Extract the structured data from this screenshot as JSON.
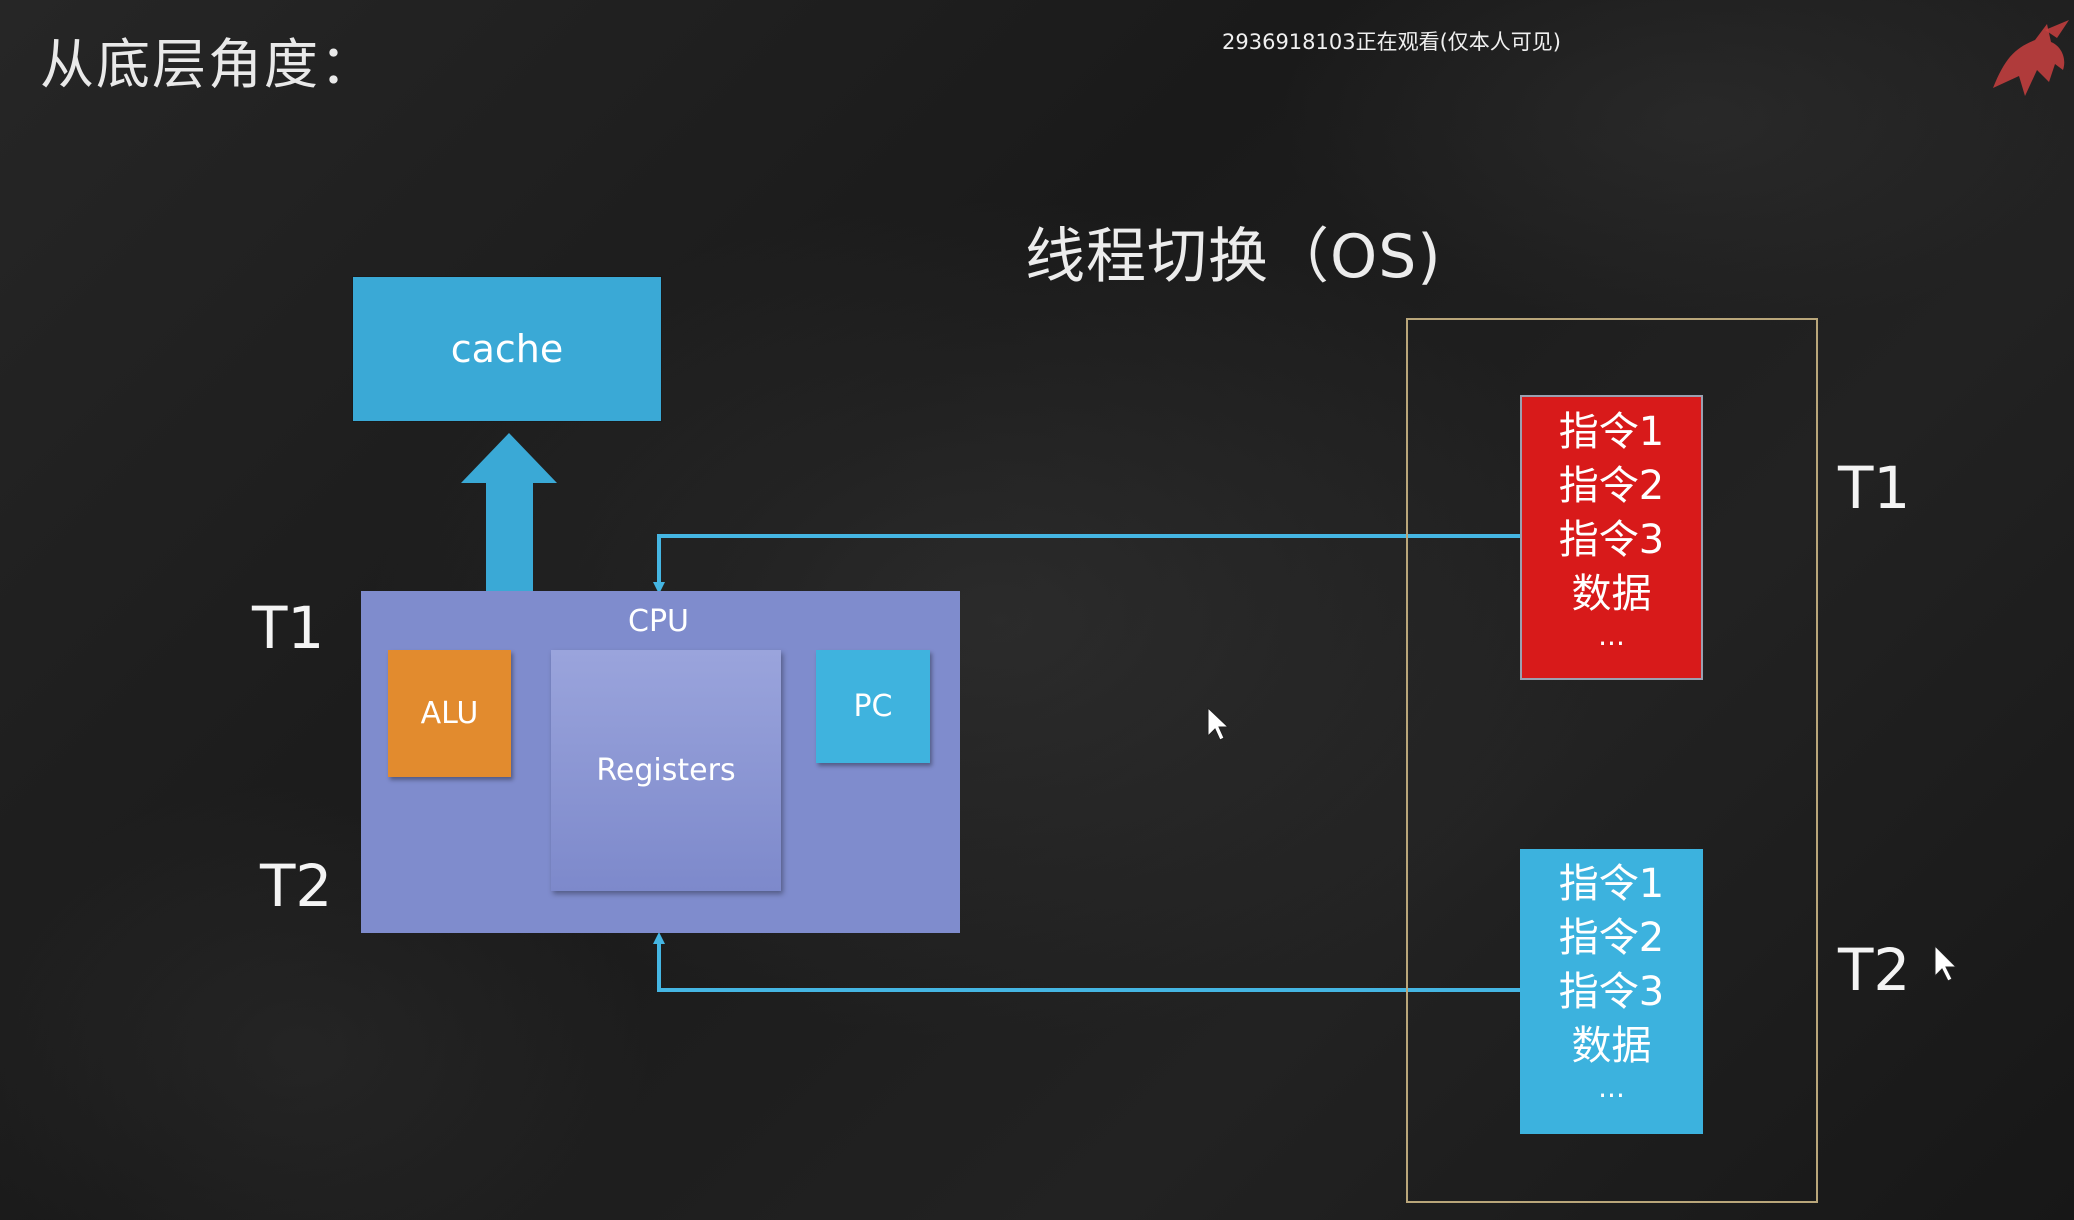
{
  "slide": {
    "heading": "从底层角度：",
    "watermark": "2936918103正在观看(仅本人可见)",
    "diagram_title": "线程切换（OS)"
  },
  "cpu": {
    "cache_label": "cache",
    "cpu_label": "CPU",
    "alu_label": "ALU",
    "registers_label": "Registers",
    "pc_label": "PC",
    "left_t1_label": "T1",
    "left_t2_label": "T2"
  },
  "os": {
    "threads": [
      {
        "name": "T1",
        "lines": [
          "指令1",
          "指令2",
          "指令3",
          "数据",
          "..."
        ],
        "color": "#d81a1a"
      },
      {
        "name": "T2",
        "lines": [
          "指令1",
          "指令2",
          "指令3",
          "数据",
          "..."
        ],
        "color": "#3cb2de"
      }
    ]
  },
  "colors": {
    "background": "#1d1d1d",
    "cache": "#3aa9d6",
    "cpu": "#7f8ccd",
    "alu": "#e28b2e",
    "pc": "#3fb3de",
    "wire": "#45b6e3",
    "os_frame": "#b9a67a"
  }
}
